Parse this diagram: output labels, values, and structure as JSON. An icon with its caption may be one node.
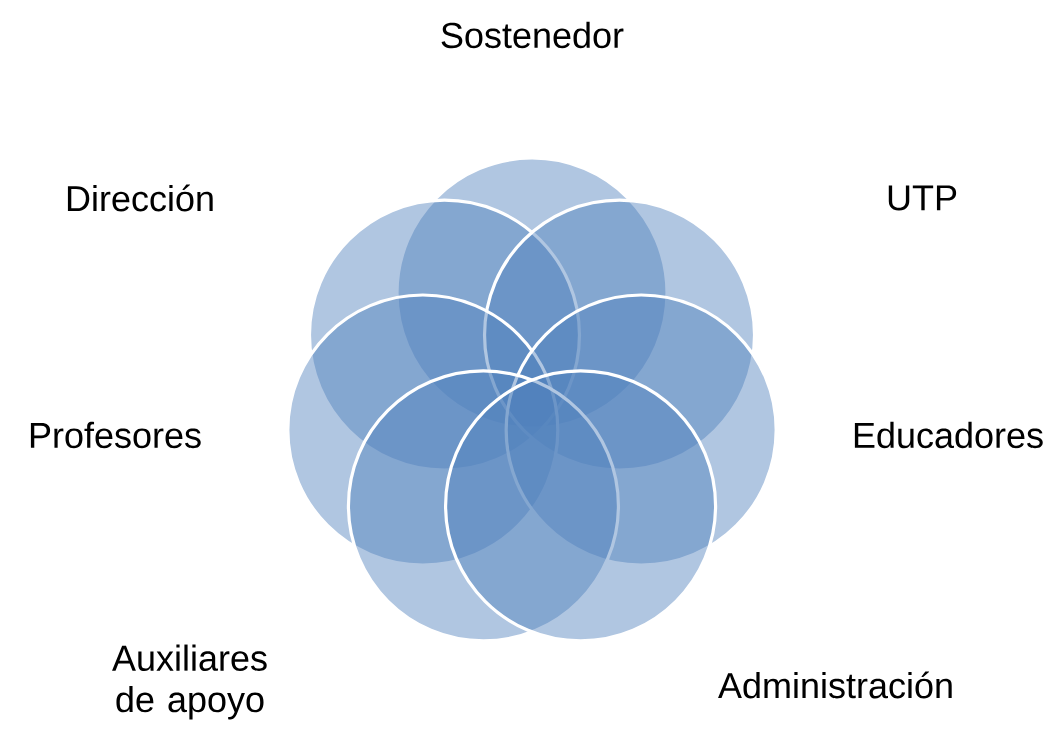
{
  "diagram": {
    "nodes": [
      {
        "text": [
          "Sostenedor"
        ]
      },
      {
        "text": [
          "Dirección"
        ]
      },
      {
        "text": [
          "UTP"
        ]
      },
      {
        "text": [
          "Profesores"
        ]
      },
      {
        "text": [
          "Educadores"
        ]
      },
      {
        "text": [
          "Auxiliares de apoyo"
        ]
      },
      {
        "text": [
          "Administración"
        ]
      }
    ]
  }
}
